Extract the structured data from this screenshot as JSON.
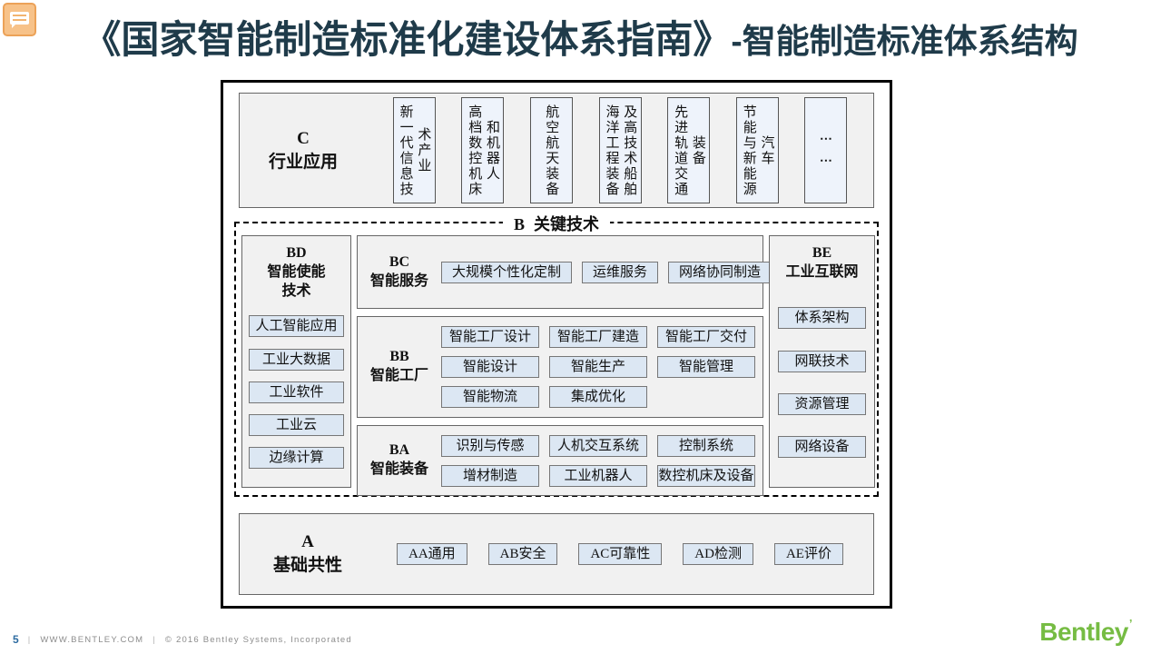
{
  "slide": {
    "title_part1": "《国家智能制造标准化建设体系指南》",
    "title_part2": "-智能制造标准体系结构"
  },
  "colors": {
    "title_navy": "#1f3b4a",
    "logo_green": "#76bc43",
    "page_number_blue": "#2d6ba0",
    "item_fill_blue": "#dce7f3",
    "panel_fill_gray": "#f1f1f1",
    "note_icon_orange": "#f7c289"
  },
  "diagram": {
    "section_c": {
      "code": "C",
      "name": "行业应用",
      "items": [
        {
          "line1": "新一代信息技",
          "line2": "术产业"
        },
        {
          "line1": "高档数控机床",
          "line2": "和机器人"
        },
        {
          "line1": "航空航天装备",
          "line2": ""
        },
        {
          "line1": "海洋工程装备",
          "line2": "及高技术船舶"
        },
        {
          "line1": "先进轨道交通",
          "line2": "装备"
        },
        {
          "line1": "节能与新能源",
          "line2": "汽车"
        },
        {
          "line1": "⋯",
          "line2": "⋯"
        }
      ]
    },
    "section_b": {
      "code": "B",
      "name": "关键技术",
      "bd": {
        "code": "BD",
        "name_line1": "智能使能",
        "name_line2": "技术",
        "items": [
          "人工智能应用",
          "工业大数据",
          "工业软件",
          "工业云",
          "边缘计算"
        ]
      },
      "bc": {
        "code": "BC",
        "name": "智能服务",
        "items": [
          "大规模个性化定制",
          "运维服务",
          "网络协同制造"
        ]
      },
      "bb": {
        "code": "BB",
        "name": "智能工厂",
        "rows": [
          [
            "智能工厂设计",
            "智能工厂建造",
            "智能工厂交付"
          ],
          [
            "智能设计",
            "智能生产",
            "智能管理"
          ],
          [
            "智能物流",
            "集成优化"
          ]
        ]
      },
      "ba": {
        "code": "BA",
        "name": "智能装备",
        "rows": [
          [
            "识别与传感",
            "人机交互系统",
            "控制系统"
          ],
          [
            "增材制造",
            "工业机器人",
            "数控机床及设备"
          ]
        ]
      },
      "be": {
        "code": "BE",
        "name": "工业互联网",
        "items": [
          "体系架构",
          "网联技术",
          "资源管理",
          "网络设备"
        ]
      }
    },
    "section_a": {
      "code": "A",
      "name": "基础共性",
      "items": [
        "AA通用",
        "AB安全",
        "AC可靠性",
        "AD检测",
        "AE评价"
      ]
    }
  },
  "footer": {
    "page_number": "5",
    "separator": "|",
    "website": "WWW.BENTLEY.COM",
    "copyright": "© 2016 Bentley Systems, Incorporated",
    "logo_text": "Bentley",
    "logo_mark": "’"
  }
}
